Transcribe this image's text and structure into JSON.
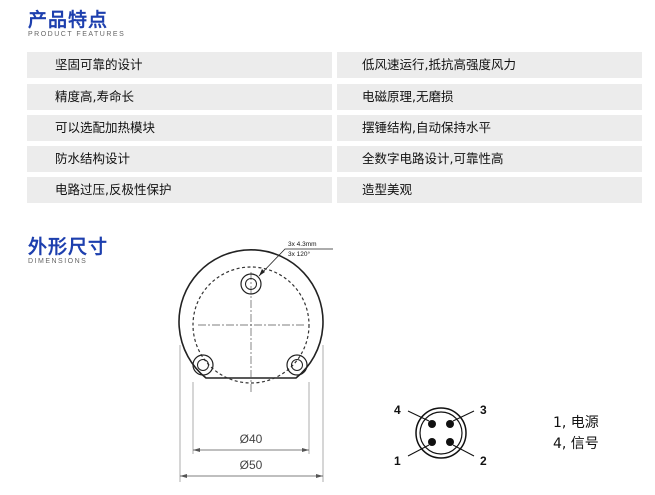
{
  "features": {
    "title": "产品特点",
    "subtitle": "PRODUCT FEATURES",
    "items": [
      {
        "left": "坚固可靠的设计",
        "right": "低风速运行,抵抗高强度风力"
      },
      {
        "left": "精度高,寿命长",
        "right": "电磁原理,无磨损"
      },
      {
        "left": "可以选配加热模块",
        "right": "摆锤结构,自动保持水平"
      },
      {
        "left": "防水结构设计",
        "right": "全数字电路设计,可靠性高"
      },
      {
        "left": "电路过压,反极性保护",
        "right": "造型美观"
      }
    ]
  },
  "dimensions": {
    "title": "外形尺寸",
    "subtitle": "DIMENSIONS",
    "hole_note_1": "3x 4.3mm",
    "hole_note_2": "3x 120°",
    "dia_inner": "Ø40",
    "dia_outer": "Ø50"
  },
  "connector": {
    "pin_labels": [
      "4",
      "3",
      "1",
      "2"
    ],
    "legend": [
      "1, 电源",
      "4, 信号"
    ]
  }
}
